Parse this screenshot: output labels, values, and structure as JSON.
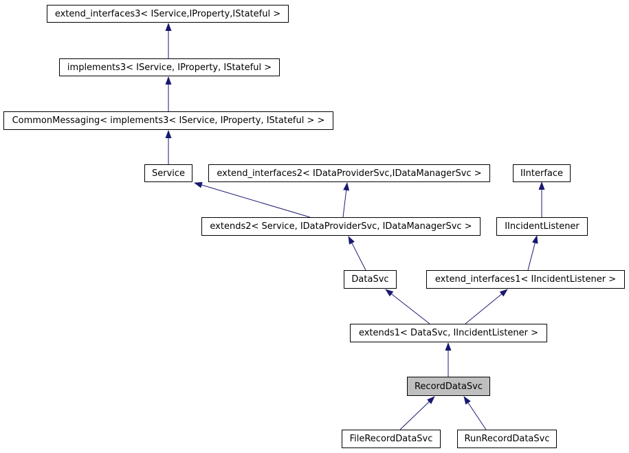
{
  "diagram_type": "class-inheritance-graph",
  "colors": {
    "background": "#ffffff",
    "node_border": "#000000",
    "node_fill": "#ffffff",
    "highlight_fill": "#bfbfbf",
    "edge": "#191970",
    "text": "#000000"
  },
  "nodes": [
    {
      "id": "extend_interfaces3",
      "label": "extend_interfaces3< IService,IProperty,IStateful >",
      "highlighted": false
    },
    {
      "id": "implements3",
      "label": "implements3< IService, IProperty, IStateful >",
      "highlighted": false
    },
    {
      "id": "CommonMessaging",
      "label": "CommonMessaging< implements3< IService, IProperty, IStateful > >",
      "highlighted": false
    },
    {
      "id": "Service",
      "label": "Service",
      "highlighted": false
    },
    {
      "id": "extend_interfaces2",
      "label": "extend_interfaces2< IDataProviderSvc,IDataManagerSvc >",
      "highlighted": false
    },
    {
      "id": "IInterface",
      "label": "IInterface",
      "highlighted": false
    },
    {
      "id": "extends2",
      "label": "extends2< Service, IDataProviderSvc, IDataManagerSvc >",
      "highlighted": false
    },
    {
      "id": "IIncidentListener",
      "label": "IIncidentListener",
      "highlighted": false
    },
    {
      "id": "DataSvc",
      "label": "DataSvc",
      "highlighted": false
    },
    {
      "id": "extend_interfaces1",
      "label": "extend_interfaces1< IIncidentListener >",
      "highlighted": false
    },
    {
      "id": "extends1",
      "label": "extends1< DataSvc, IIncidentListener >",
      "highlighted": false
    },
    {
      "id": "RecordDataSvc",
      "label": "RecordDataSvc",
      "highlighted": true
    },
    {
      "id": "FileRecordDataSvc",
      "label": "FileRecordDataSvc",
      "highlighted": false
    },
    {
      "id": "RunRecordDataSvc",
      "label": "RunRecordDataSvc",
      "highlighted": false
    }
  ],
  "edges": [
    {
      "from": "implements3",
      "to": "extend_interfaces3",
      "relation": "inherits"
    },
    {
      "from": "CommonMessaging",
      "to": "implements3",
      "relation": "inherits"
    },
    {
      "from": "Service",
      "to": "CommonMessaging",
      "relation": "inherits"
    },
    {
      "from": "extends2",
      "to": "Service",
      "relation": "inherits"
    },
    {
      "from": "extends2",
      "to": "extend_interfaces2",
      "relation": "inherits"
    },
    {
      "from": "DataSvc",
      "to": "extends2",
      "relation": "inherits"
    },
    {
      "from": "IIncidentListener",
      "to": "IInterface",
      "relation": "inherits"
    },
    {
      "from": "extend_interfaces1",
      "to": "IIncidentListener",
      "relation": "inherits"
    },
    {
      "from": "extends1",
      "to": "DataSvc",
      "relation": "inherits"
    },
    {
      "from": "extends1",
      "to": "extend_interfaces1",
      "relation": "inherits"
    },
    {
      "from": "RecordDataSvc",
      "to": "extends1",
      "relation": "inherits"
    },
    {
      "from": "FileRecordDataSvc",
      "to": "RecordDataSvc",
      "relation": "inherits"
    },
    {
      "from": "RunRecordDataSvc",
      "to": "RecordDataSvc",
      "relation": "inherits"
    }
  ]
}
